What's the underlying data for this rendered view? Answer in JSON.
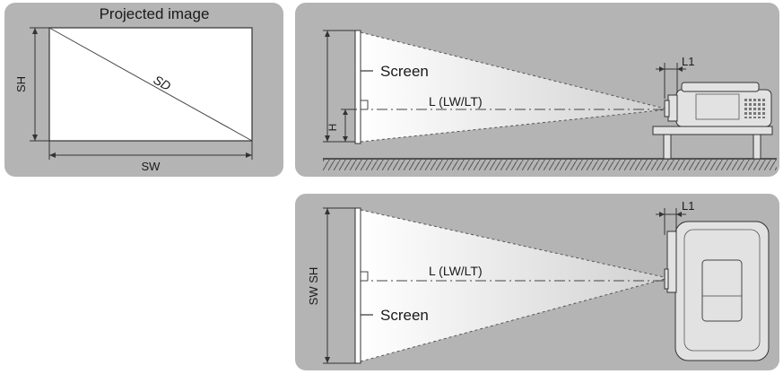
{
  "projected_image": {
    "title": "Projected image",
    "height_label": "SH",
    "diagonal_label": "SD",
    "width_label": "SW"
  },
  "side_view": {
    "screen_label": "Screen",
    "distance_label": "L (LW/LT)",
    "lens_offset_label": "L1",
    "height_label": "H"
  },
  "top_view": {
    "screen_label": "Screen",
    "distance_label": "L (LW/LT)",
    "lens_offset_label": "L1",
    "size_label": "SW SH"
  },
  "colors": {
    "panel_bg": "#b4b4b4",
    "screen_white": "#ffffff",
    "line_dark": "#333333",
    "projector_body": "#e2e2e2"
  }
}
